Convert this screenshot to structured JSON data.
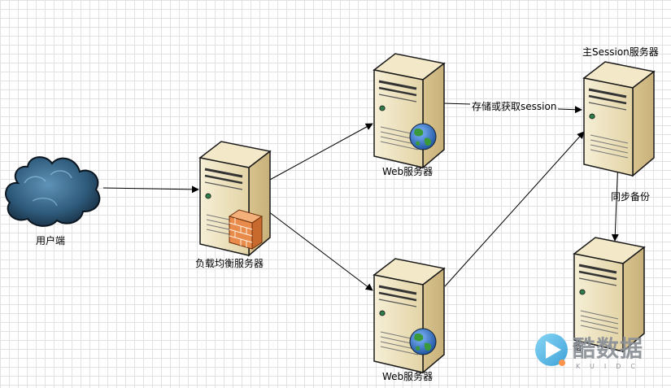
{
  "nodes": {
    "client_label": "用户端",
    "load_balancer_label": "负载均衡服务器",
    "web_server_1_label": "Web服务器",
    "web_server_2_label": "Web服务器",
    "session_master_label": "主Session服务器",
    "session_backup_label": "备"
  },
  "edges": {
    "store_session_label": "存储或获取session",
    "sync_backup_label": "同步备份"
  },
  "watermark": {
    "text": "酷数据",
    "subtext": "KUIDC"
  },
  "colors": {
    "server_body": "#ecdfb9",
    "server_edge": "#1a1a1a",
    "cloud": "#2e5a7a",
    "firewall": "#e98b4a",
    "globe": "#2f78c4"
  }
}
